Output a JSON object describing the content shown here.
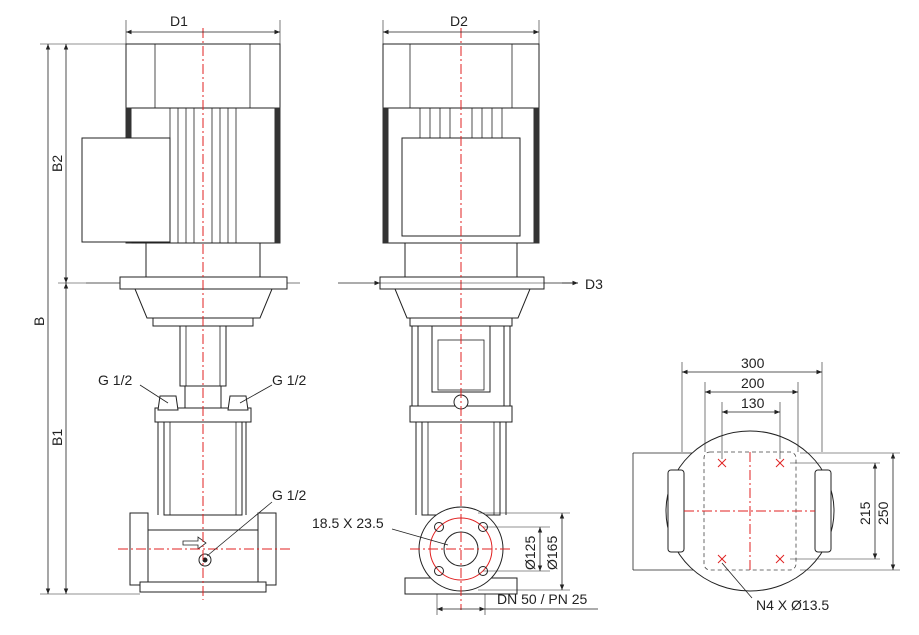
{
  "labels": {
    "d1": "D1",
    "d2": "D2",
    "d3": "D3",
    "b": "B",
    "b1": "B1",
    "b2": "B2",
    "g_left": "G 1/2",
    "g_right": "G 1/2",
    "g_center": "G 1/2",
    "slot": "18.5 X 23.5",
    "dia125": "Ø125",
    "dia165": "Ø165",
    "dn": "DN 50 / PN 25",
    "w300": "300",
    "w200": "200",
    "w130": "130",
    "h215": "215",
    "h250": "250",
    "holes": "N4 X Ø13.5"
  },
  "colors": {
    "line": "#222222",
    "centerline": "#e02020",
    "background": "#ffffff"
  }
}
